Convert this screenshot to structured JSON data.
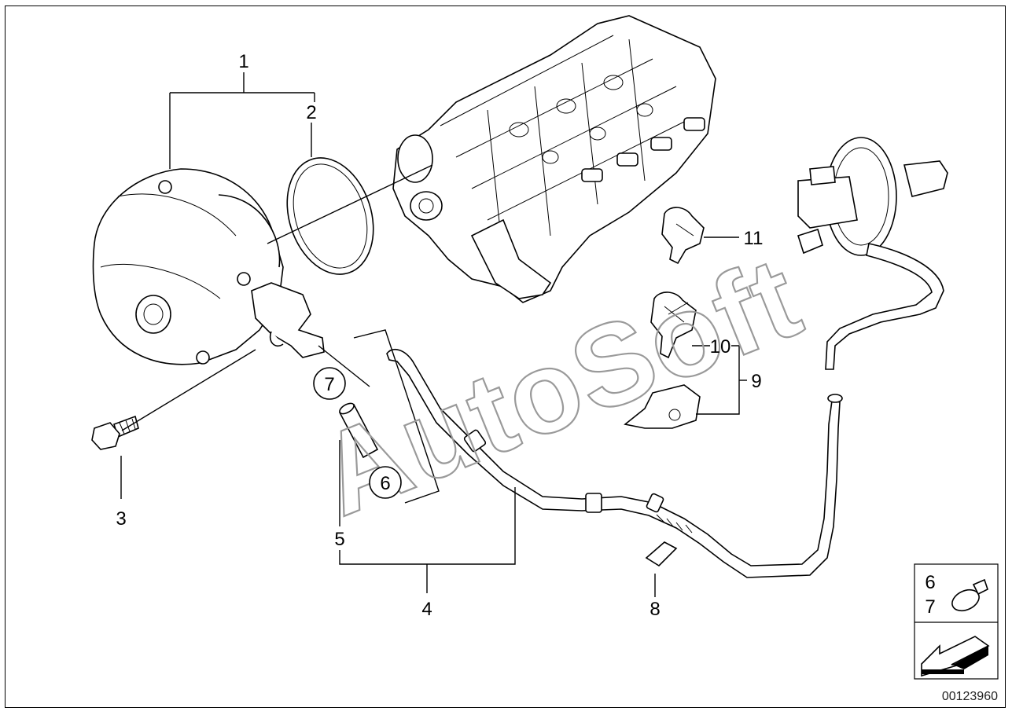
{
  "callouts": {
    "c1": "1",
    "c2": "2",
    "c3": "3",
    "c4": "4",
    "c5": "5",
    "c6": "6",
    "c7": "7",
    "c8": "8",
    "c9": "9",
    "c10": "10",
    "c11": "11"
  },
  "legend": {
    "line1": "6",
    "line2": "7"
  },
  "watermark": "AutoSoft",
  "doc_number": "00123960"
}
